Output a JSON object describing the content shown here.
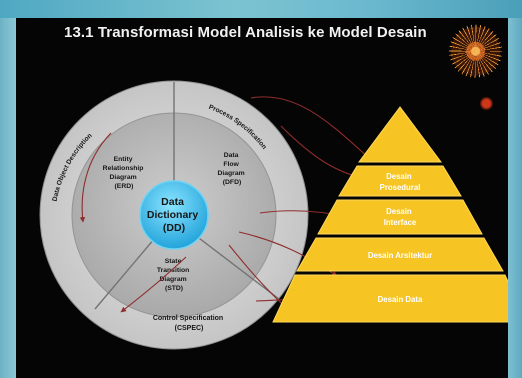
{
  "title": "13.1 Transformasi Model Analisis ke Model Desain",
  "center": {
    "label": [
      "Data",
      "Dictionary",
      "(DD)"
    ]
  },
  "models": {
    "erd": [
      "Entity",
      "Relationship",
      "Diagram",
      "(ERD)"
    ],
    "dfd": [
      "Data",
      "Flow",
      "Diagram",
      "(DFD)"
    ],
    "std": [
      "State",
      "Transition",
      "Diagram",
      "(STD)"
    ]
  },
  "ring_labels": {
    "dod": "Data Object Description",
    "pspec": "Process Specification",
    "cspec": [
      "Control Specification",
      "(CSPEC)"
    ]
  },
  "pyramid": {
    "levels": [
      [
        "Desain",
        "Prosedural"
      ],
      [
        "Desain",
        "Interface"
      ],
      [
        "Desain Arsitektur"
      ],
      [
        "Desain Data"
      ]
    ]
  },
  "colors": {
    "slide_background": "#050505",
    "outer_ring": "#d8d8d8",
    "inner_disk": "#bdbdbd",
    "center_disk": "#39b6e8",
    "pyramid": "#f6c423",
    "arrows": "#8f2c2c"
  }
}
